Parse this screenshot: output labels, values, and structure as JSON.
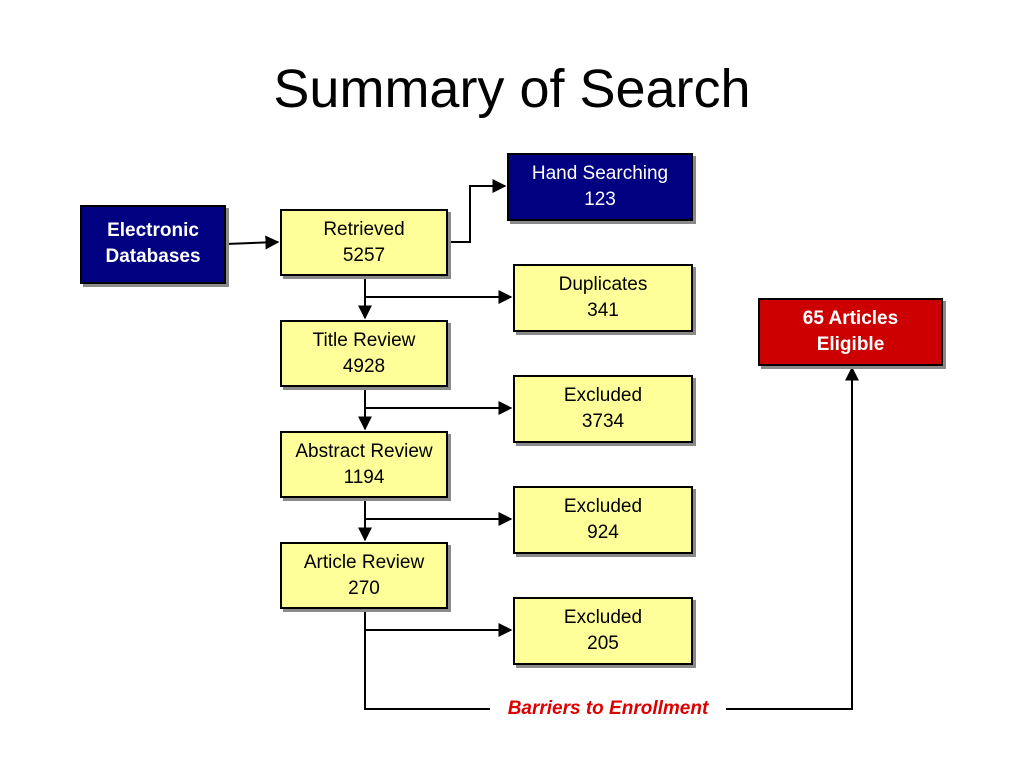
{
  "title": "Summary of Search",
  "boxes": {
    "electronic": {
      "line1": "Electronic",
      "line2": "Databases"
    },
    "retrieved": {
      "label": "Retrieved",
      "count": "5257"
    },
    "hand_searching": {
      "label": "Hand Searching",
      "count": "123"
    },
    "duplicates": {
      "label": "Duplicates",
      "count": "341"
    },
    "title_review": {
      "label": "Title Review",
      "count": "4928"
    },
    "excluded_title": {
      "label": "Excluded",
      "count": "3734"
    },
    "abstract_review": {
      "label": "Abstract Review",
      "count": "1194"
    },
    "excluded_abstract": {
      "label": "Excluded",
      "count": "924"
    },
    "article_review": {
      "label": "Article Review",
      "count": "270"
    },
    "excluded_article": {
      "label": "Excluded",
      "count": "205"
    },
    "eligible": {
      "line1": "65 Articles",
      "line2": "Eligible"
    }
  },
  "barriers_label": "Barriers to Enrollment",
  "colors": {
    "yellow_box": "#ffff99",
    "navy_box": "#000080",
    "red_box": "#cc0000",
    "barriers_text": "#dd0000"
  }
}
